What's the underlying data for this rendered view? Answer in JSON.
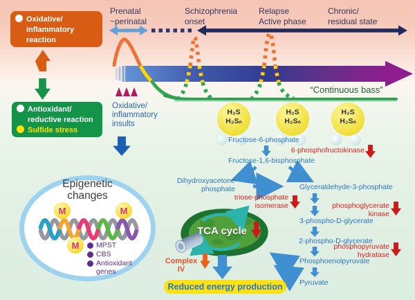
{
  "colors": {
    "oxidative_orange": "#d95c15",
    "antioxidant_green": "#149449",
    "sulfide_yellow": "#ffe100",
    "insult_blue": "#2a66ae",
    "navy_arrow": "#202a5c",
    "timeline_bar_left": "#6493d6",
    "timeline_bar_right": "#8e1d8d",
    "wave_orange": "#ef7135",
    "wave_yellow": "#ffd400",
    "wave_green": "#2aa84f",
    "bass_green_text": "#1d5c38",
    "pathway_blue": "#2878be",
    "enzyme_red": "#e02020",
    "tca_green": "#1d7230",
    "energy_yellow": "#ffe013",
    "gene_purple": "#5b2d8e",
    "triangle_magenta": "#b5185f",
    "epi_ring_blue": "#9ed3f0"
  },
  "legend": {
    "oxidative": {
      "line1": "Oxidative/",
      "line2": "inflammatory",
      "line3": "reaction"
    },
    "antioxidant": {
      "line1": "Antioxidant/",
      "line2": "reductive reaction",
      "sulfide": "Sulfide stress"
    }
  },
  "timeline": {
    "stages": [
      {
        "line1": "Prenatal",
        "line2": "~perinatal"
      },
      {
        "line1": "Schizophrenia",
        "line2": "onset"
      },
      {
        "line1": "Relapse",
        "line2": "Active phase"
      },
      {
        "line1": "Chronic/",
        "line2": "residual state"
      }
    ],
    "continuous_bass": "“Continuous bass”"
  },
  "insults": {
    "line1": "Oxidative/",
    "line2": "inflammatory",
    "line3": "insults"
  },
  "h2s": {
    "top": "H₂S",
    "bottom": "H₂Sₙ"
  },
  "glycolysis": {
    "f6p": "Fructose-6-phosphate",
    "pfk": "6-phosphofructokinase",
    "f16bp": "Fructose-1,6-bisphosphate",
    "dhap_line1": "Dihydroxyacetone",
    "dhap_line2": "phosphate",
    "tpi_line1": "triose-phosphate",
    "tpi_line2": "isomerase",
    "g3p": "Glyceraldehyde-3-phosphate",
    "pgk_line1": "phosphoglycerate",
    "pgk_line2": "kinase",
    "pg3": "3-phospho-D-glycerate",
    "pg2": "2-phospho-D-glycerate",
    "pph_line1": "phosphopyruvate",
    "pph_line2": "hydratase",
    "pep": "Phosphoenolpyruvate",
    "pyruvate": "Pyruvate"
  },
  "tca": {
    "label": "TCA cycle",
    "complex_line1": "Complex",
    "complex_line2": "IV"
  },
  "energy": {
    "label": "Reduced energy production"
  },
  "epigenetics": {
    "title_line1": "Epigenetic",
    "title_line2": "changes",
    "m": "M",
    "genes": [
      "MPST",
      "CBS",
      "Antioxidant genes"
    ]
  }
}
